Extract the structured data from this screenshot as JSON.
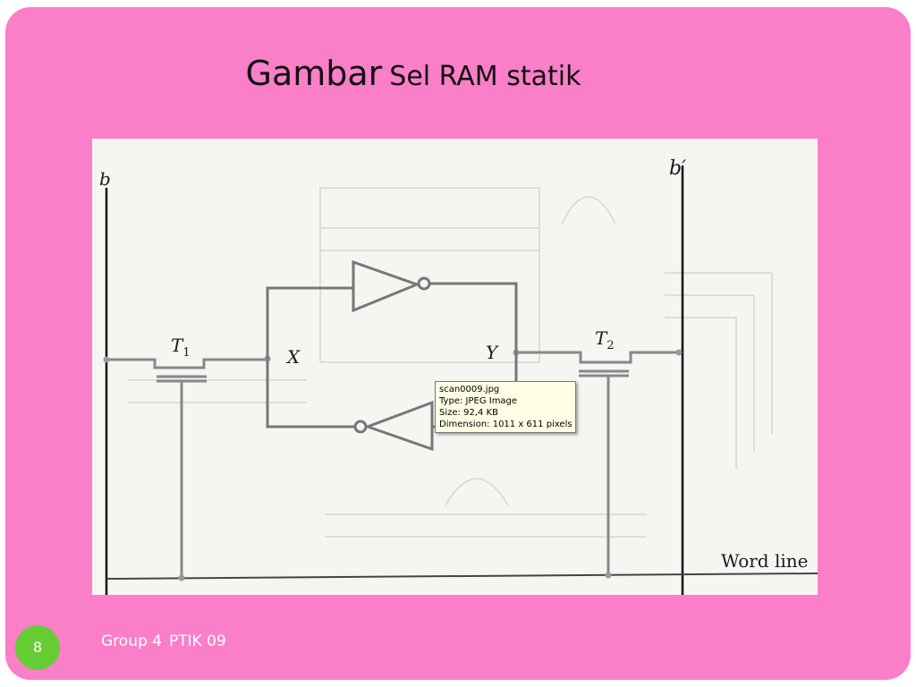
{
  "slide": {
    "title_main": "Gambar",
    "title_sub": "Sel RAM statik",
    "page_number": "8",
    "footer_group": "Group 4",
    "footer_course": "PTIK 09"
  },
  "diagram": {
    "label_b": "b",
    "label_b_prime": "b′",
    "label_t1": "T",
    "label_t1_sub": "1",
    "label_t2": "T",
    "label_t2_sub": "2",
    "label_x": "X",
    "label_y": "Y",
    "label_word_line": "Word line"
  },
  "tooltip": {
    "line1": "scan0009.jpg",
    "line2": "Type: JPEG Image",
    "line3": "Size: 92,4 KB",
    "line4": "Dimension: 1011 x 611 pixels"
  },
  "colors": {
    "slide_background": "#fb7ec8",
    "page_circle": "#66cc33",
    "figure_background": "#f7f5f2",
    "tooltip_background": "#ffffe6"
  }
}
